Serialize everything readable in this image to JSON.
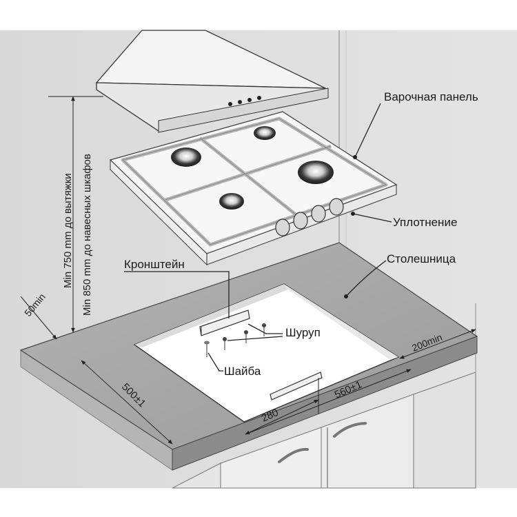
{
  "labels": {
    "hob": "Варочная панель",
    "seal": "Уплотнение",
    "countertop": "Столешница",
    "bracket": "Кронштейн",
    "screw": "Шуруп",
    "washer": "Шайба"
  },
  "dimensions": {
    "hood_clearance": "Min 750 mm до вытяжки",
    "cabinet_clearance": "Min 850 mm до навесных шкафов",
    "edge_min": "50min",
    "depth": "500±1",
    "width": "560±1",
    "half_width": "280",
    "side_min": "200min"
  },
  "colors": {
    "background": "#ffffff",
    "wall": "#dcdcdc",
    "countertop_top": "#a8a8a8",
    "countertop_edge": "#8a8a8a",
    "cabinet": "#eeeeee",
    "hob": "#f6f6f6",
    "line": "#222222"
  },
  "icons": [
    "range-hood-icon",
    "gas-hob-icon",
    "burner-icon",
    "control-knob-icon",
    "bracket-icon",
    "screw-icon",
    "washer-icon"
  ]
}
